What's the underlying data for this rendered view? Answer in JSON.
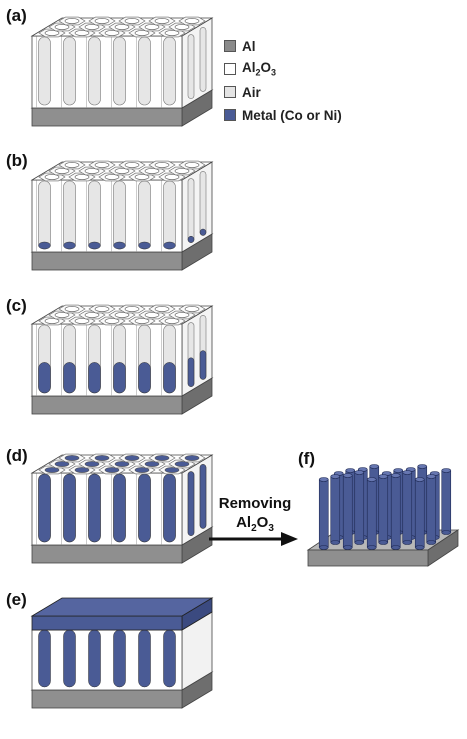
{
  "panels": {
    "a": "(a)",
    "b": "(b)",
    "c": "(c)",
    "d": "(d)",
    "e": "(e)",
    "f": "(f)"
  },
  "legend": {
    "al": {
      "label": "Al",
      "color": "#8a8a8a"
    },
    "al2o3": {
      "label_main": "Al",
      "label_sub": "2",
      "label_end": "O",
      "label_sub2": "3",
      "color": "#ffffff"
    },
    "air": {
      "label": "Air",
      "color": "#e4e4e4"
    },
    "metal": {
      "label": "Metal (Co or Ni)",
      "color": "#4a5b95"
    }
  },
  "arrow": {
    "line1": "Removing",
    "line2_main": "Al",
    "line2_sub": "2",
    "line2_end": "O",
    "line2_sub2": "3"
  },
  "colors": {
    "substrate_front": "#8f8f8f",
    "substrate_top": "#b8b8b8",
    "substrate_side": "#6e6e6e",
    "alumina": "#ffffff",
    "pore": "#e6e6e6",
    "metal": "#4a5b95",
    "outline": "#444444"
  },
  "fill_levels": {
    "a": 0,
    "b": 0.1,
    "c": 0.45,
    "d": 1.0
  }
}
